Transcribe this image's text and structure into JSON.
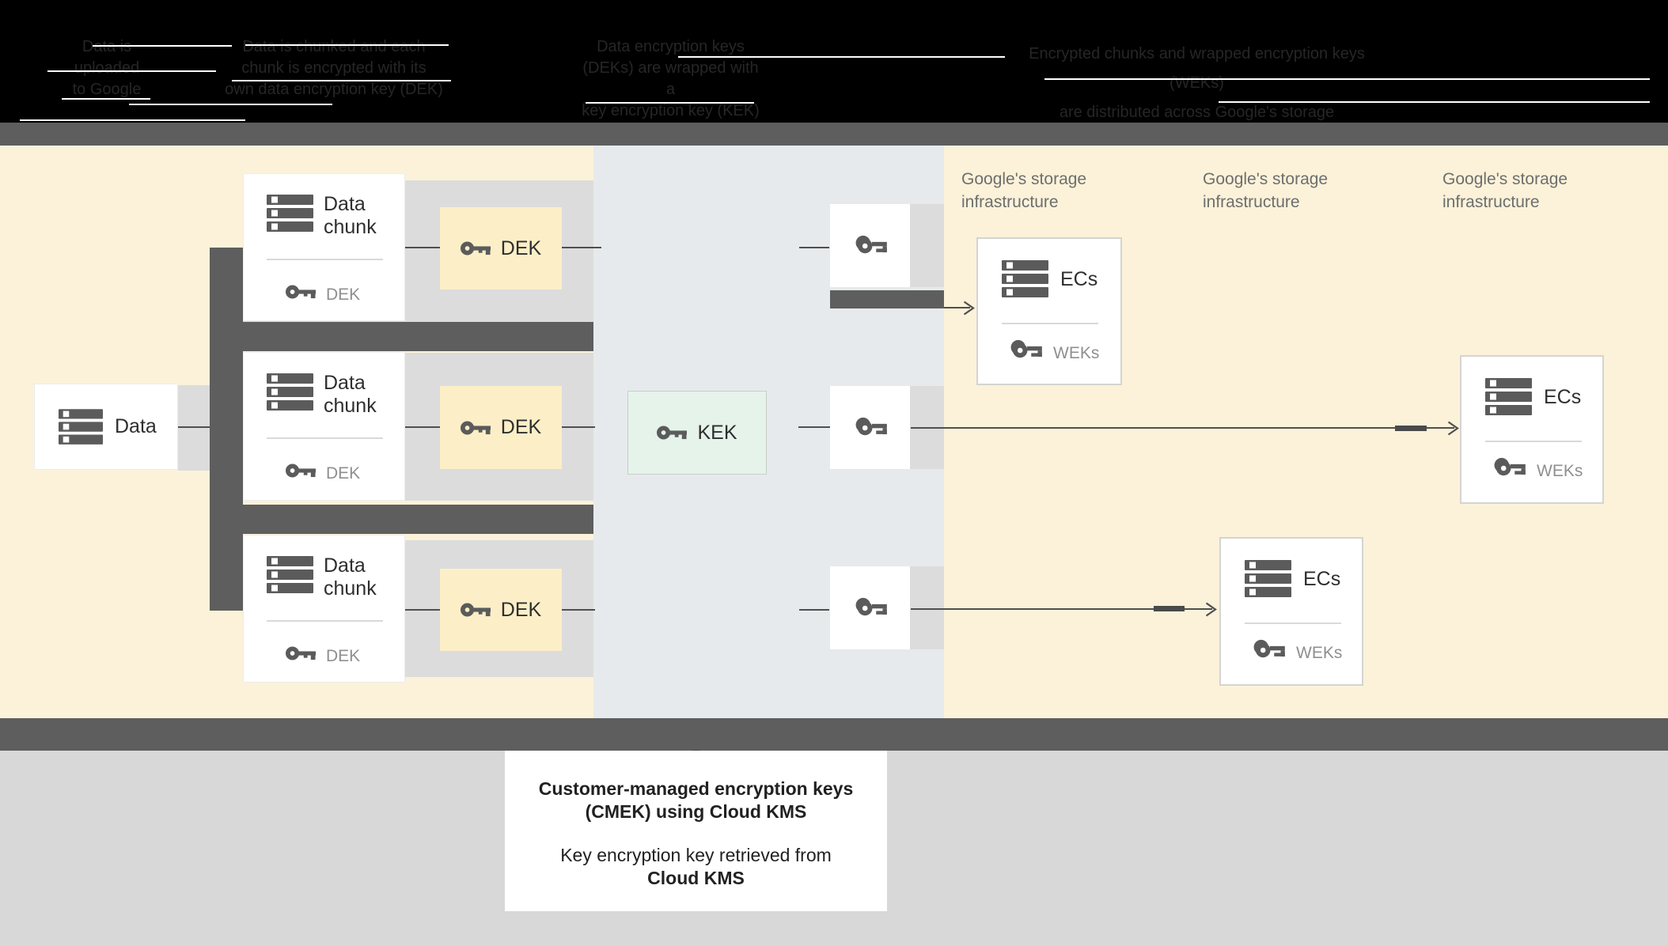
{
  "header": {
    "legend": [
      {
        "lines": [
          "Data is",
          "uploaded",
          "to Google"
        ]
      },
      {
        "lines": [
          "Data is chunked and each",
          "chunk is encrypted with its",
          "own data encryption key (DEK)"
        ]
      },
      {
        "lines": [
          "Data encryption keys",
          "(DEKs) are wrapped with a",
          "key encryption key (KEK)"
        ]
      },
      {
        "lines": [
          "Encrypted chunks and wrapped encryption keys (WEKs)",
          "are distributed across Google's storage infrastructure"
        ]
      }
    ]
  },
  "diagram": {
    "data_box": {
      "label": "Data"
    },
    "chunk_box": {
      "line1": "Data",
      "line2": "chunk",
      "key_label": "DEK"
    },
    "dek_box": {
      "label": "DEK"
    },
    "kek_box": {
      "label": "KEK"
    },
    "ecs_box": {
      "label": "ECs",
      "key_label": "WEKs"
    },
    "storage_label": {
      "line1": "Google's storage",
      "line2": "infrastructure"
    }
  },
  "caption": {
    "title_line1": "Customer-managed encryption keys",
    "title_line2": "(CMEK) using Cloud KMS",
    "body_line1": "Key encryption key retrieved from",
    "body_line2": "Cloud KMS"
  },
  "colors": {
    "panel_yellow": "#fbf2d9",
    "panel_blue": "#e7eaec",
    "dek_fill": "#fcefc7",
    "kek_fill": "#e5f3ea",
    "dark_band": "#5e5e5e",
    "light_band": "#dcdcdc",
    "icon": "#5b5b5b",
    "line": "#4f4f4f"
  }
}
